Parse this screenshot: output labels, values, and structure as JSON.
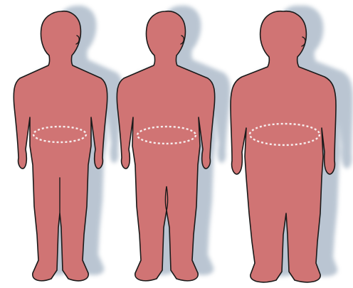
{
  "colors": {
    "background": "#ffffff",
    "figure_fill": "#d07474",
    "outline": "#1a1a1a",
    "shadow": "#aebccb",
    "waist_marker": "#f7eeee"
  },
  "figures": [
    {
      "id": "figure-slim",
      "build": "slim"
    },
    {
      "id": "figure-medium",
      "build": "medium"
    },
    {
      "id": "figure-heavy",
      "build": "heavy"
    }
  ],
  "waist_marker_style": "dashed ellipse"
}
